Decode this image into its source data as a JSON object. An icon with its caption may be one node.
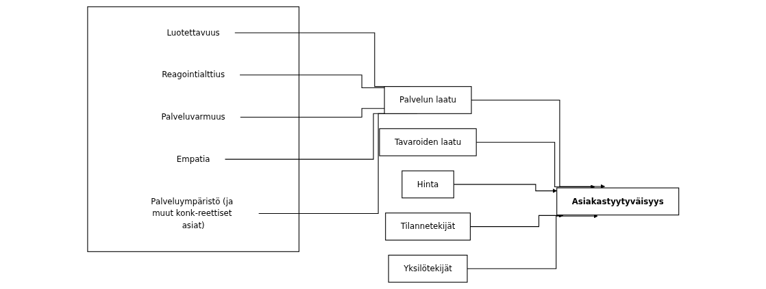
{
  "diagram": {
    "nodes": [
      {
        "text": [],
        "shape": "box"
      },
      {
        "text": [
          "Luotettavuus"
        ],
        "in": 0
      },
      {
        "text": [
          "Reagointialttius"
        ],
        "in": 0
      },
      {
        "text": [
          "Palveluvarmuus"
        ],
        "in": 0
      },
      {
        "text": [
          "Empatia"
        ],
        "in": 0
      },
      {
        "text": [
          "Palveluympäristö (ja muut konk-reettiset asiat)"
        ],
        "in": 0
      },
      {
        "text": [
          "Palvelun laatu"
        ]
      },
      {
        "text": [
          "Tavaroiden laatu"
        ]
      },
      {
        "text": [
          "Hinta"
        ]
      },
      {
        "text": [
          "Tilannetekijät"
        ]
      },
      {
        "text": [
          "Asiakastyytyväisyys"
        ]
      },
      {
        "text": [
          "Yksilötekijät"
        ]
      }
    ],
    "edges": [
      {
        "from": 1,
        "to": 6,
        "arrow": "none"
      },
      {
        "from": 2,
        "to": 6,
        "arrow": "none"
      },
      {
        "from": 3,
        "to": 6,
        "arrow": "none"
      },
      {
        "from": 4,
        "to": 6,
        "arrow": "none"
      },
      {
        "from": 5,
        "to": 6,
        "arrow": "none"
      },
      {
        "from": 6,
        "to": 10,
        "arrow": "to"
      },
      {
        "from": 7,
        "to": 10,
        "arrow": "to"
      },
      {
        "from": 8,
        "to": 10,
        "arrow": "to"
      },
      {
        "from": 9,
        "to": 10,
        "arrow": "to"
      },
      {
        "from": 11,
        "to": 10,
        "arrow": "to"
      }
    ]
  }
}
